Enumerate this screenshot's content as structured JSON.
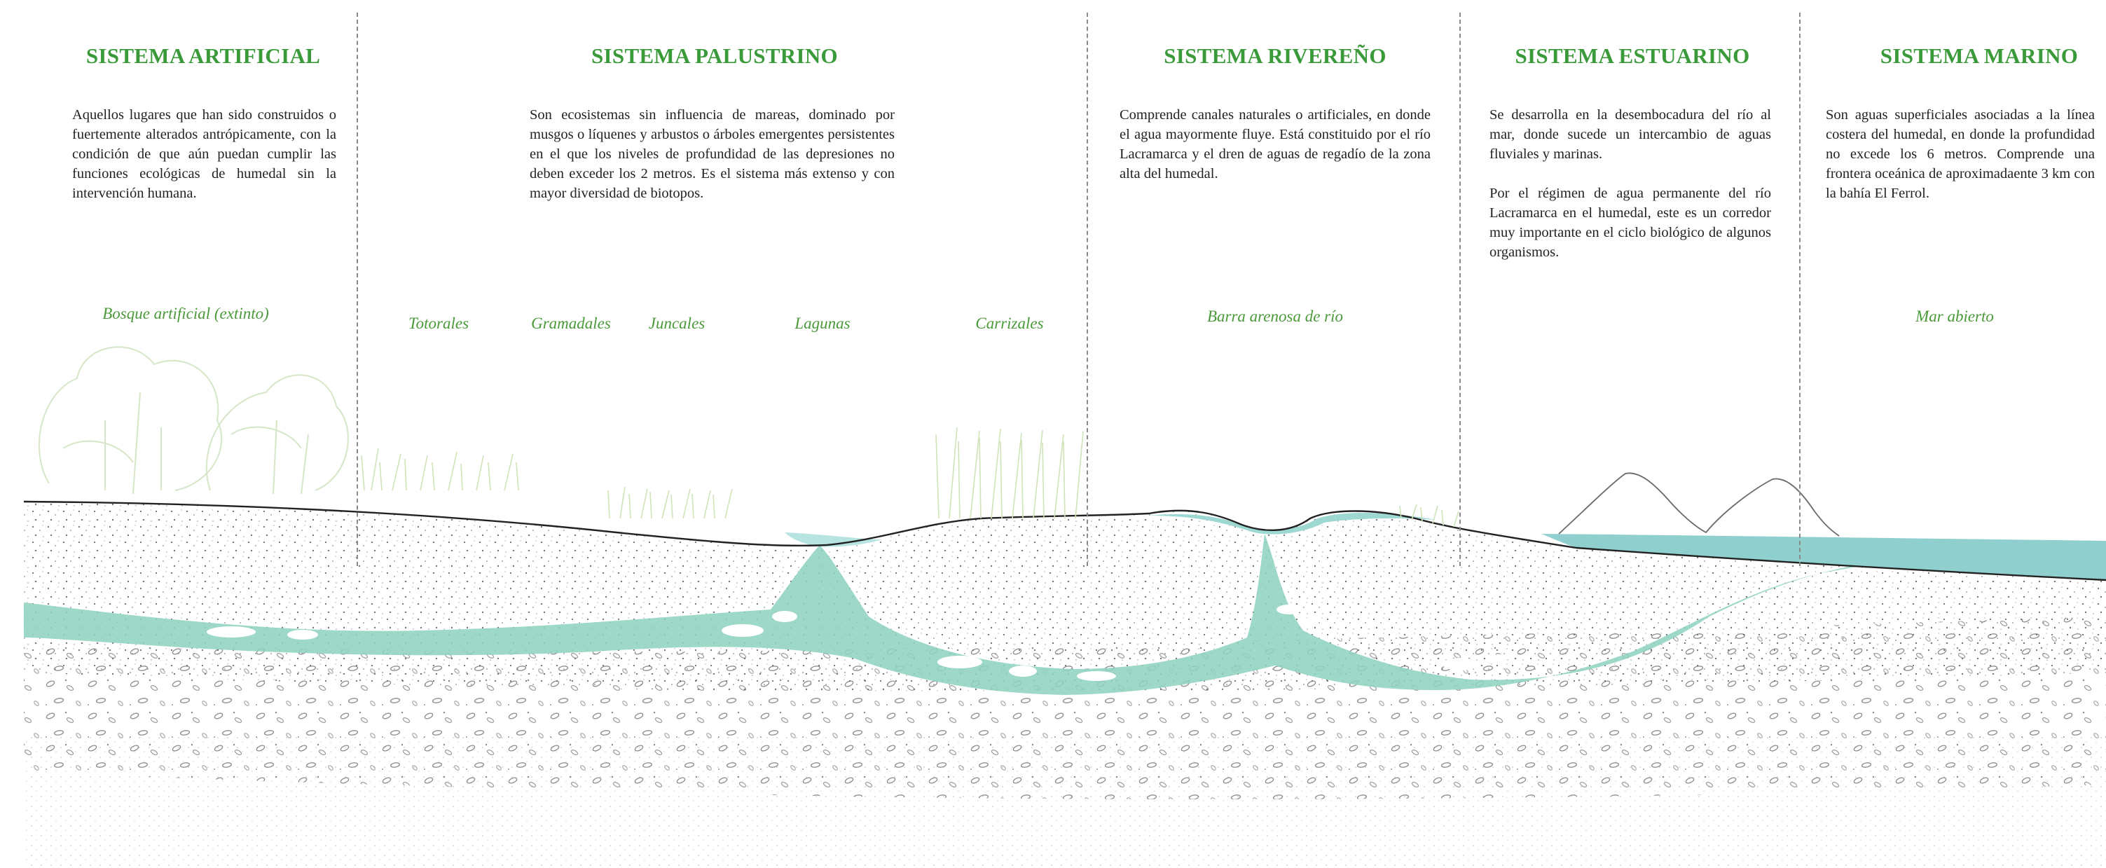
{
  "colors": {
    "title_green": "#3a9a3a",
    "label_green": "#4a9a3a",
    "water_teal": "#8fd3c2",
    "surface_water": "#b7e3e0",
    "sea": "#8fd0cf",
    "terrain_line": "#222222",
    "vegetation": "#cfe3b8"
  },
  "systems": [
    {
      "title": "SISTEMA ARTIFICIAL",
      "paragraphs": [
        "Aquellos lugares que han sido construidos o fuertemente alterados antrópicamente, con la condición de que aún puedan cumplir las funciones ecológicas de humedal sin la intervención humana."
      ],
      "labels": [
        "Bosque artificial (extinto)"
      ]
    },
    {
      "title": "SISTEMA PALUSTRINO",
      "paragraphs": [
        "Son ecosistemas sin influencia de mareas, dominado por musgos o líquenes y arbustos o árboles emergentes persistentes en el que los niveles de profundidad de las depresiones no deben exceder los 2 metros. Es el sistema más extenso y con mayor diversidad de biotopos."
      ],
      "labels": [
        "Totorales",
        "Gramadales",
        "Juncales",
        "Lagunas",
        "Carrizales"
      ]
    },
    {
      "title": "SISTEMA RIVEREÑO",
      "paragraphs": [
        "Comprende canales naturales o artificiales, en donde el agua mayormente fluye. Está constituido por el río Lacramarca y el dren de aguas de regadío de la zona alta del humedal."
      ],
      "labels": [
        "Barra arenosa de río"
      ]
    },
    {
      "title": "SISTEMA ESTUARINO",
      "paragraphs": [
        "Se desarrolla en la desembocadura del río al mar, donde sucede un intercambio de aguas fluviales y marinas.",
        "Por el régimen de agua permanente del río Lacramarca en el humedal, este es un corredor muy importante en el ciclo biológico de algunos organismos."
      ],
      "labels": []
    },
    {
      "title": "SISTEMA MARINO",
      "paragraphs": [
        "Son aguas superficiales asociadas a la línea costera del humedal, en donde la profundidad no excede los 6 metros. Comprende una frontera oceánica de aproximadaente 3 km con la bahía El Ferrol."
      ],
      "labels": [
        "Mar abierto"
      ]
    }
  ]
}
